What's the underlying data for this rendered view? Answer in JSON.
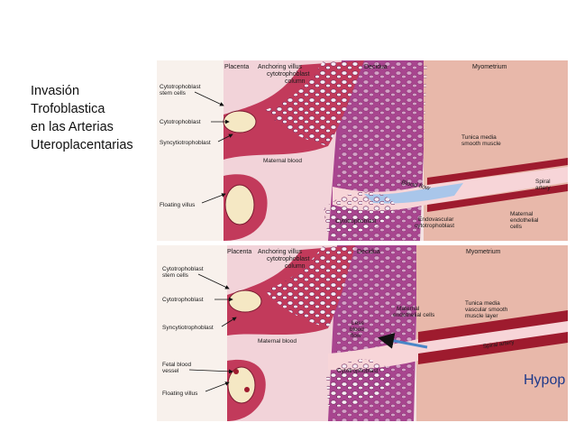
{
  "title": {
    "lines": [
      "Invasión",
      "Trofoblastica",
      "en las Arterias",
      "Uteroplacentarias"
    ]
  },
  "top_panel": {
    "header_placenta": "Placenta",
    "header_anchoring_1": "Anchoring villus",
    "header_anchoring_2": "cytotrophoblast",
    "header_anchoring_3": "column",
    "header_decidua": "Decidua",
    "header_myometrium": "Myometrium",
    "label_stem_1": "Cytotrophoblast",
    "label_stem_2": "stem cells",
    "label_cyto": "Cytotrophoblast",
    "label_syncytio": "Syncytiotrophoblast",
    "label_maternal_blood": "Maternal blood",
    "label_floating": "Floating villus",
    "label_tunica_1": "Tunica media",
    "label_tunica_2": "smooth muscle",
    "label_blood_flow": "Blood flow",
    "label_spiral_1": "Spiral",
    "label_spiral_2": "artery",
    "label_cyto_bottom": "Cytotrophoblast",
    "label_endovascular_1": "Endovascular",
    "label_endovascular_2": "cytotrophoblast",
    "label_maternal_endo_1": "Maternal",
    "label_maternal_endo_2": "endothelial",
    "label_maternal_endo_3": "cells"
  },
  "bottom_panel": {
    "header_placenta": "Placenta",
    "header_anchoring_1": "Anchoring villus",
    "header_anchoring_2": "cytotrophoblast",
    "header_anchoring_3": "column",
    "header_decidua": "Decidua",
    "header_myometrium": "Myometrium",
    "label_stem_1": "Cytotrophoblast",
    "label_stem_2": "stem cells",
    "label_cyto": "Cytotrophoblast",
    "label_syncytio": "Syncytiotrophoblast",
    "label_maternal_blood": "Maternal blood",
    "label_fetal_1": "Fetal blood",
    "label_fetal_2": "vessel",
    "label_floating": "Floating villus",
    "label_maternal_endo_1": "Maternal",
    "label_maternal_endo_2": "endothelial cells",
    "label_tunica_1": "Tunica media",
    "label_tunica_2": "vascular smooth",
    "label_tunica_3": "muscle layer",
    "label_less_1": "Less",
    "label_less_2": "blood",
    "label_less_3": "flow",
    "label_spiral": "Spiral artery",
    "label_cyto_bottom": "Cytotrophoblast"
  },
  "hypo_label": "Hypop",
  "colors": {
    "placenta": "#f5dcdc",
    "decidua_purple": "#a8458f",
    "myometrium": "#e9b9ab",
    "villus": "#c23a5b",
    "artery_wall": "#9e1b2e",
    "blood_flow": "#7aa9d9"
  }
}
